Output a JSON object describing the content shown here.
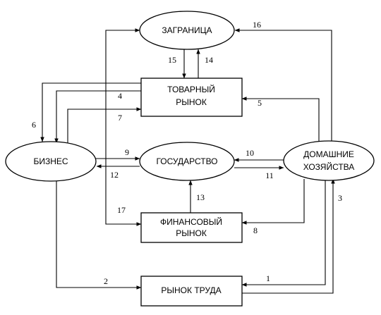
{
  "nodes": {
    "zagranitsa": {
      "lines": [
        "ЗАГРАНИЦА"
      ]
    },
    "biznes": {
      "lines": [
        "БИЗНЕС"
      ]
    },
    "gosudarstvo": {
      "lines": [
        "ГОСУДАРСТВО"
      ]
    },
    "domashnie": {
      "lines": [
        "ДОМАШНИЕ",
        "ХОЗЯЙСТВА"
      ]
    },
    "tovarny": {
      "lines": [
        "ТОВАРНЫЙ",
        "РЫНОК"
      ]
    },
    "finansovy": {
      "lines": [
        "ФИНАНСОВЫЙ",
        "РЫНОК"
      ]
    },
    "trud": {
      "lines": [
        "РЫНОК ТРУДА"
      ]
    }
  },
  "edges": {
    "e1": {
      "label": "1"
    },
    "e2": {
      "label": "2"
    },
    "e3": {
      "label": "3"
    },
    "e4": {
      "label": "4"
    },
    "e5": {
      "label": "5"
    },
    "e6": {
      "label": "6"
    },
    "e7": {
      "label": "7"
    },
    "e8": {
      "label": "8"
    },
    "e9": {
      "label": "9"
    },
    "e10": {
      "label": "10"
    },
    "e11": {
      "label": "11"
    },
    "e12": {
      "label": "12"
    },
    "e13": {
      "label": "13"
    },
    "e14": {
      "label": "14"
    },
    "e15": {
      "label": "15"
    },
    "e16": {
      "label": "16"
    },
    "e17": {
      "label": "17"
    }
  }
}
